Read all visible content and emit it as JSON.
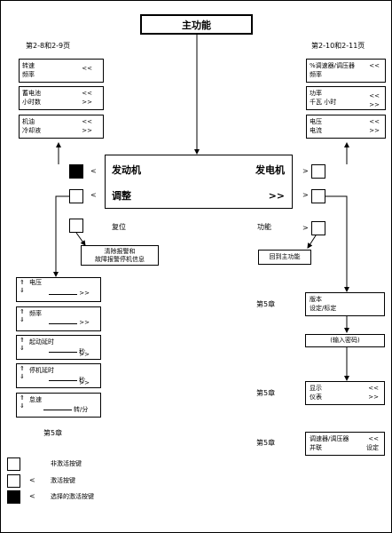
{
  "main_title": "主功能",
  "left_ref": "第2-8和2-9页",
  "right_ref": "第2-10和2-11页",
  "left_menu": [
    {
      "line1": "转速",
      "line2": "频率",
      "nav1": "<<"
    },
    {
      "line1": "蓄电池",
      "line2": "小时数",
      "nav1": "<<",
      "nav2": ">>"
    },
    {
      "line1": "机油",
      "line2": "冷却液",
      "nav1": "<<",
      "nav2": ">>"
    }
  ],
  "right_menu": [
    {
      "line1": "%调速器/调压器",
      "line2": "频率",
      "nav1": "<<"
    },
    {
      "line1": "功率",
      "line2": "千瓦 小时",
      "nav1": "<<",
      "nav2": ">>"
    },
    {
      "line1": "电压",
      "line2": "电流",
      "nav1": "<<",
      "nav2": ">>"
    }
  ],
  "panel": {
    "engine": "发动机",
    "generator": "发电机",
    "adjust": "调整",
    "adjust_arrows": ">>"
  },
  "key_symbol": "<",
  "key_symbol_right": ">",
  "reset": {
    "label": "复位",
    "box_line1": "清除报警和",
    "box_line2": "故障报警停机信息"
  },
  "function": {
    "label": "功能",
    "box_text": "回到主功能"
  },
  "adjust_menu": [
    {
      "arrows_up": "⇑",
      "arrows_down": "⇓",
      "label": "电压",
      "unit": "",
      "nav": ">>"
    },
    {
      "arrows_up": "⇑",
      "arrows_down": "⇓",
      "label": "频率",
      "unit": "",
      "nav": ">>"
    },
    {
      "arrows_up": "⇑",
      "arrows_down": "⇓",
      "label": "起动延时",
      "unit": "秒",
      "nav": ">>"
    },
    {
      "arrows_up": "⇑",
      "arrows_down": "⇓",
      "label": "停机延时",
      "unit": "秒",
      "nav": ">>"
    },
    {
      "arrows_up": "⇑",
      "arrows_down": "⇓",
      "label": "怠速",
      "unit": "转/分",
      "nav": ""
    }
  ],
  "chapter5": "第5章",
  "right_stack": {
    "version_line1": "版本",
    "version_line2": "设定/标定",
    "password": "(输入密码)",
    "display_line1": "显示",
    "display_line2": "仪表",
    "display_nav1": "<<",
    "display_nav2": ">>",
    "governor_line1": "调速器/调压器",
    "governor_line2": "并联",
    "governor_nav": "<<",
    "governor_set": "设定"
  },
  "legend": {
    "inactive": "非激活按键",
    "active": "激活按键",
    "selected": "选择的激活按键"
  }
}
